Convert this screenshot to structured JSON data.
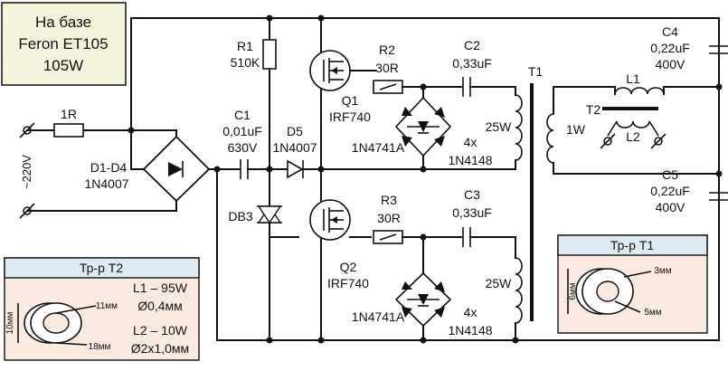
{
  "title_box": {
    "line1": "На базе",
    "line2": "Feron ET105",
    "line3": "105W"
  },
  "labels": {
    "r_in": "1R",
    "mains": "~220V",
    "bridge_ref": "D1-D4",
    "bridge_part": "1N4007",
    "r1_ref": "R1",
    "r1_val": "510K",
    "c1_ref": "C1",
    "c1_val": "0,01uF",
    "c1_volt": "630V",
    "d5_ref": "D5",
    "d5_part": "1N4007",
    "db3_ref": "DB3",
    "q1_ref": "Q1",
    "q1_part": "IRF740",
    "q2_ref": "Q2",
    "q2_part": "IRF740",
    "r2_ref": "R2",
    "r2_val": "30R",
    "r3_ref": "R3",
    "r3_val": "30R",
    "c2_ref": "C2",
    "c2_val": "0,33uF",
    "c3_ref": "C3",
    "c3_val": "0,33uF",
    "zener_top": "1N4741A",
    "zener_bot": "1N4741A",
    "diode_top_count": "4x",
    "diode_top_part": "1N4148",
    "diode_bot_count": "4x",
    "diode_bot_part": "1N4148",
    "t1_ref": "T1",
    "t1_top_w": "25W",
    "t1_bot_w": "25W",
    "t1_prim_w": "1W",
    "t2_ref": "T2",
    "l1_ref": "L1",
    "l2_ref": "L2",
    "c4_ref": "C4",
    "c4_val": "0,22uF",
    "c4_volt": "400V",
    "c5_ref": "C5",
    "c5_val": "0,22uF",
    "c5_volt": "400V"
  },
  "t2_panel": {
    "title": "Тр-р Т2",
    "l1_spec": "L1 – 95W",
    "l1_wire": "Ø0,4мм",
    "l2_spec": "L2 – 10W",
    "l2_wire": "Ø2x1,0мм",
    "dim_height": "10мм",
    "dim_inner": "11мм",
    "dim_outer": "18мм"
  },
  "t1_panel": {
    "title": "Тр-р Т1",
    "dim_height": "6мм",
    "dim_top": "3мм",
    "dim_bottom": "5мм"
  },
  "colors": {
    "title_bg": "#f4f4dc",
    "panel_header": "#dde9f3",
    "panel_body": "#fbeae0",
    "wire": "#111111"
  }
}
